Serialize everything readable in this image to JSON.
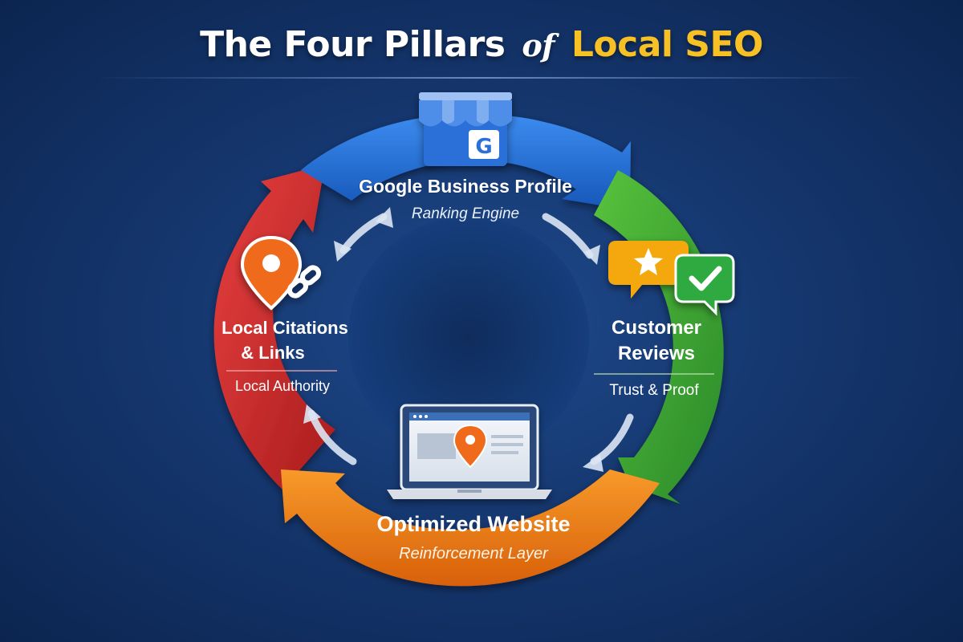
{
  "title": {
    "part1": "The Four Pillars",
    "connector": "of",
    "part2": "Local SEO"
  },
  "pillars": {
    "google": {
      "label": "Google Business Profile",
      "subtitle": "Ranking Engine",
      "icon": "storefront-google-icon",
      "icon_glyph": "G",
      "color": "#1f6fd6"
    },
    "reviews": {
      "label_line1": "Customer",
      "label_line2": "Reviews",
      "subtitle": "Trust & Proof",
      "icon": "review-bubbles-icon",
      "color": "#3aa53a"
    },
    "website": {
      "label": "Optimized Website",
      "subtitle": "Reinforcement Layer",
      "icon": "laptop-location-icon",
      "color": "#ef7d16"
    },
    "citations": {
      "label_line1": "Local Citations",
      "label_line2": "& Links",
      "subtitle": "Local Authority",
      "icon": "location-link-icon",
      "color": "#d62b2b"
    }
  },
  "colors": {
    "background": "#15376f",
    "title_accent": "#f7c126",
    "star": "#ffffff",
    "check_badge": "#2eaa3f",
    "review_badge": "#f5a80f"
  }
}
